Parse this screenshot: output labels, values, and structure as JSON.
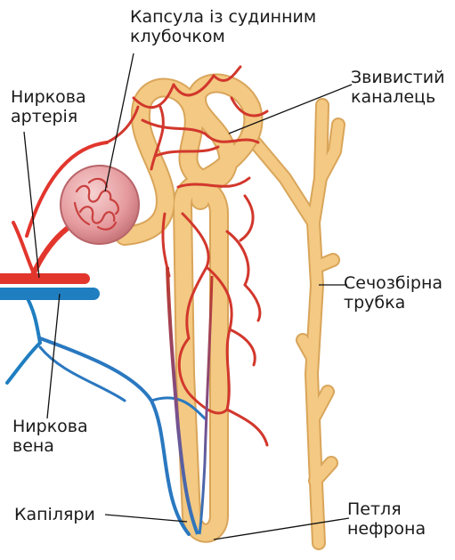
{
  "labels": {
    "capsule": [
      "Капсула із судинним",
      "клубочком"
    ],
    "artery": [
      "Ниркова",
      "артерія"
    ],
    "convoluted_tubule": [
      "Звивистий",
      "каналець"
    ],
    "collecting_duct": [
      "Сечозбірна",
      "трубка"
    ],
    "vein": [
      "Ниркова",
      "вена"
    ],
    "capillaries": [
      "Капіляри"
    ],
    "loop": [
      "Петля",
      "нефрона"
    ]
  },
  "colors": {
    "tubule": "#f3c983",
    "tubule_edge": "#d9a55a",
    "artery": "#e2362d",
    "vein": "#1f7ec0",
    "capsule": "#e8a3a5",
    "leader": "#111111"
  }
}
